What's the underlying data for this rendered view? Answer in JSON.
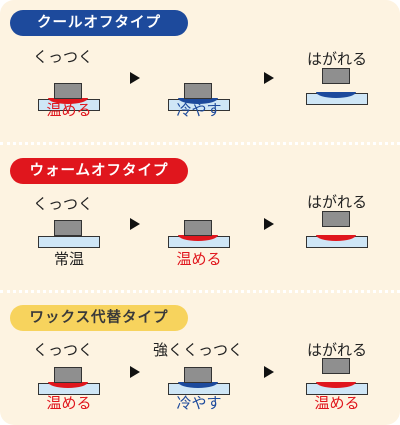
{
  "sections": [
    {
      "title": "クールオフタイプ",
      "steps": [
        {
          "top_label": "くっつく",
          "bottom_label": "温める",
          "bead": "red",
          "state": "stuck"
        },
        {
          "top_label": "",
          "bottom_label": "冷やす",
          "bead": "blue",
          "state": "stuck"
        },
        {
          "top_label": "はがれる",
          "bottom_label": "",
          "bead": "blue",
          "state": "released"
        }
      ]
    },
    {
      "title": "ウォームオフタイプ",
      "steps": [
        {
          "top_label": "くっつく",
          "bottom_label": "常温",
          "bead": "none",
          "state": "stuck"
        },
        {
          "top_label": "",
          "bottom_label": "温める",
          "bead": "red",
          "state": "stuck"
        },
        {
          "top_label": "はがれる",
          "bottom_label": "",
          "bead": "red",
          "state": "released"
        }
      ]
    },
    {
      "title": "ワックス代替タイプ",
      "steps": [
        {
          "top_label": "くっつく",
          "bottom_label": "温める",
          "bead": "red",
          "state": "stuck"
        },
        {
          "top_label": "強くくっつく",
          "bottom_label": "冷やす",
          "bead": "blue",
          "state": "stuck"
        },
        {
          "top_label": "はがれる",
          "bottom_label": "温める",
          "bead": "red",
          "state": "released"
        }
      ]
    }
  ],
  "colors": {
    "background": "#fdf3e1",
    "cool_pill": "#1d4a9c",
    "warm_pill": "#e0161d",
    "wax_pill": "#f7d35d",
    "heat": "#e0161d",
    "cool": "#1d4a9c",
    "plate": "#cfe6f6",
    "block": "#8f8f8f"
  }
}
